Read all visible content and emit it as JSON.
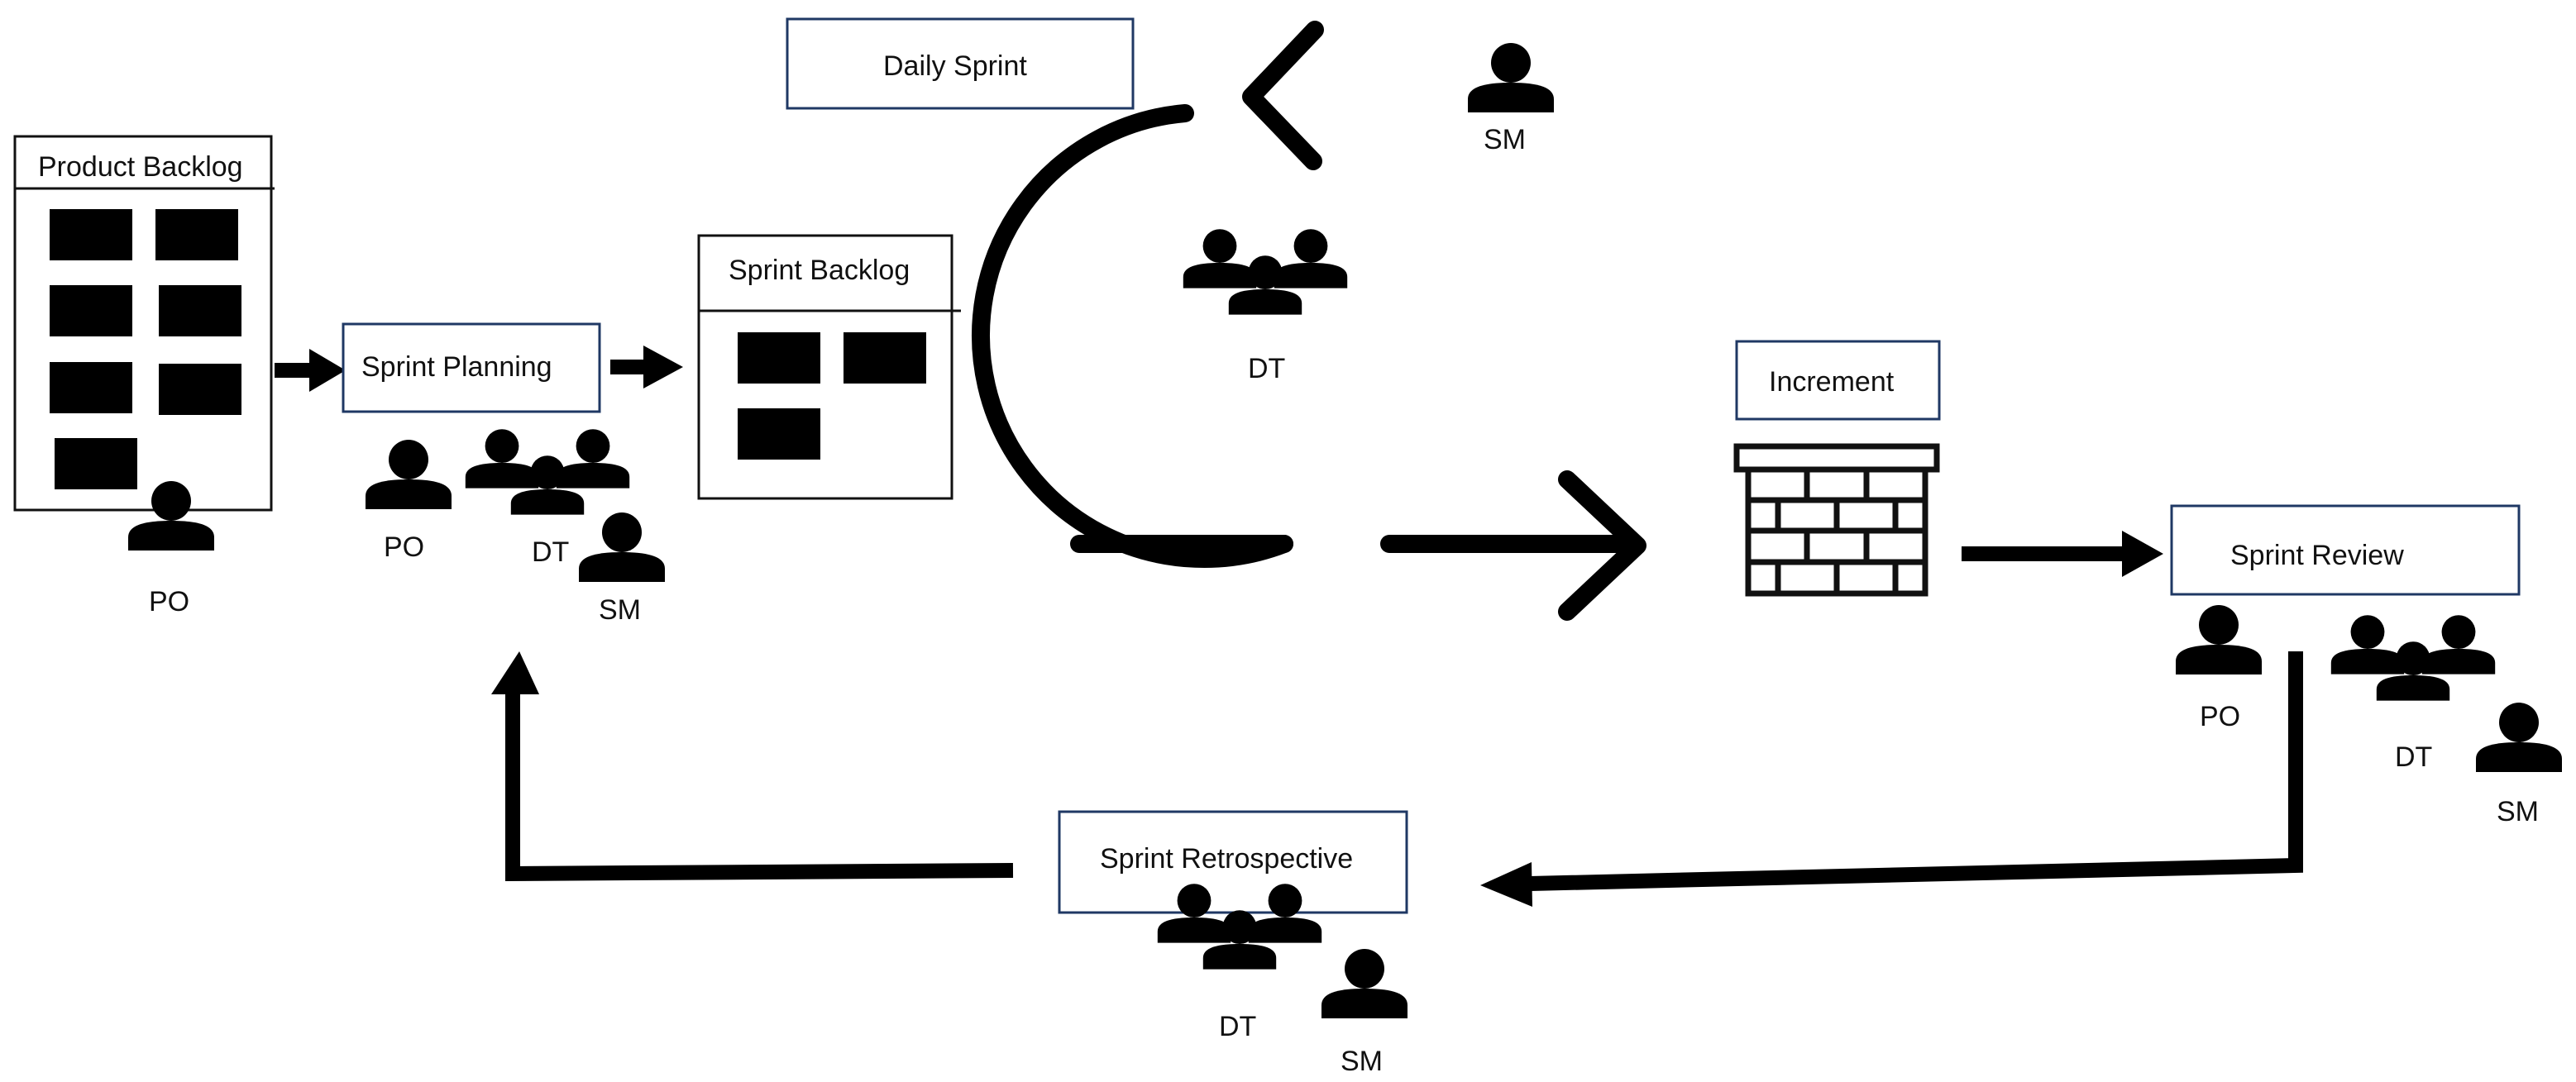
{
  "colors": {
    "box_border": "#1f3864",
    "ink": "#000000",
    "background": "#ffffff"
  },
  "product_backlog": {
    "title": "Product Backlog",
    "roles": [
      "PO"
    ]
  },
  "sprint_planning": {
    "title": "Sprint  Planning",
    "roles": [
      "PO",
      "DT",
      "SM"
    ]
  },
  "sprint_backlog": {
    "title": "Sprint Backlog"
  },
  "daily_sprint": {
    "title": "Daily Sprint",
    "roles": [
      "SM",
      "DT"
    ]
  },
  "increment": {
    "title": "Increment",
    "icon": "brick-wall-icon"
  },
  "sprint_review": {
    "title": "Sprint  Review",
    "roles": [
      "PO",
      "DT",
      "SM"
    ]
  },
  "sprint_retrospective": {
    "title": "Sprint  Retrospective",
    "roles": [
      "DT",
      "SM"
    ]
  }
}
